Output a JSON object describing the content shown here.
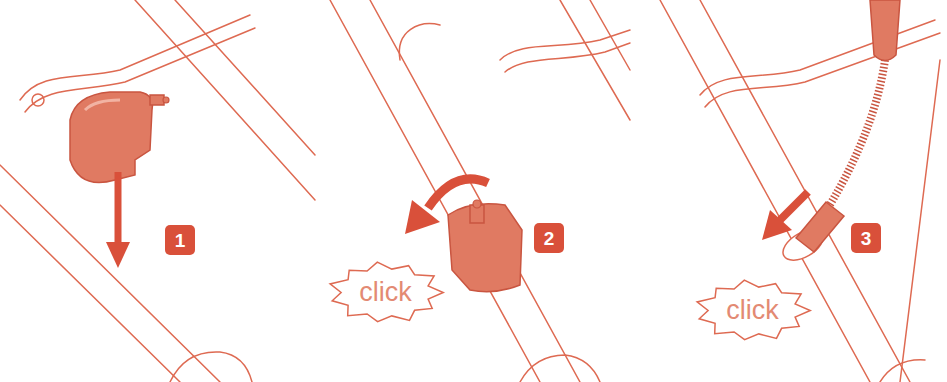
{
  "diagram": {
    "nodes": [
      {
        "text": [
          "1"
        ]
      },
      {
        "text": [
          "2"
        ]
      },
      {
        "text": [
          "click"
        ]
      },
      {
        "text": [
          "3"
        ]
      },
      {
        "text": [
          "click"
        ]
      }
    ]
  }
}
